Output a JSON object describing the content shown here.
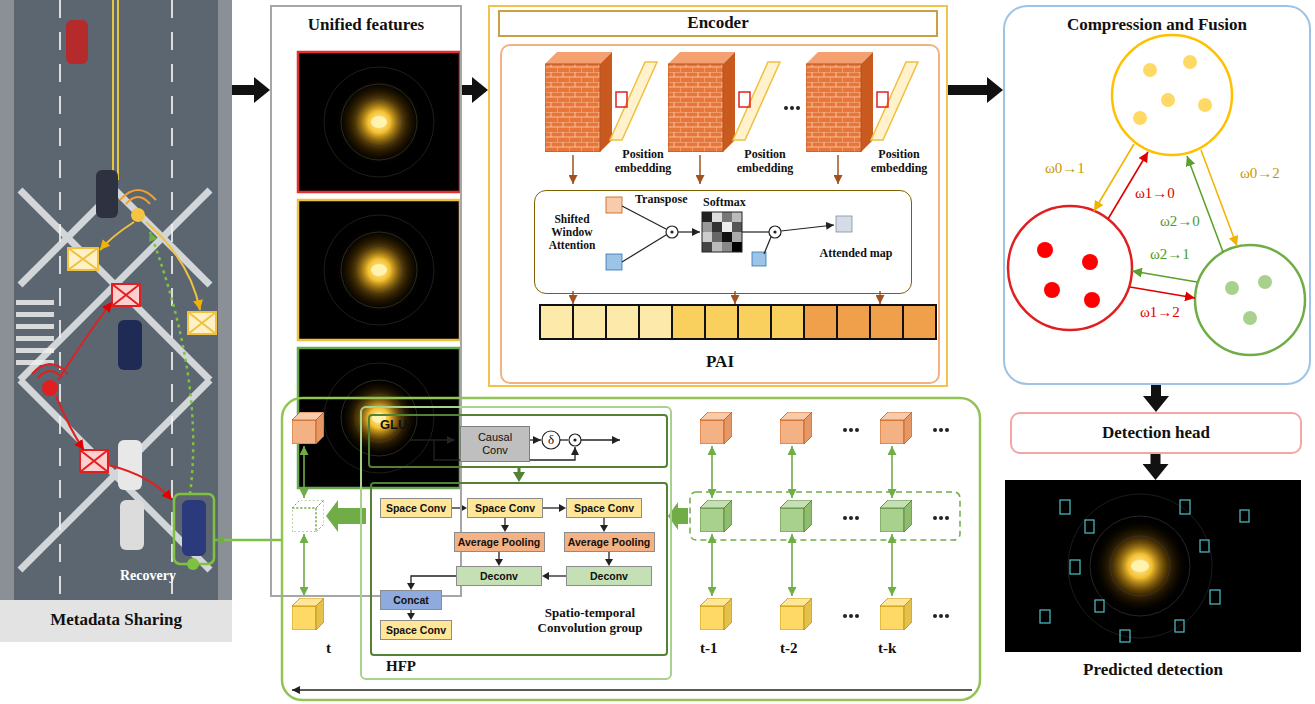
{
  "diagram": {
    "nodes": [
      {
        "text": [
          "Metadata Sharing"
        ]
      },
      {
        "text": [
          "Unified features"
        ]
      },
      {
        "text": [
          "Encoder"
        ]
      },
      {
        "text": [
          "PAI"
        ],
        "in": 2
      },
      {
        "text": [
          "Shifted Window Attention",
          "Transpose",
          "Softmax",
          "Attended map"
        ],
        "in": 3
      },
      {
        "text": [
          "Compression and Fusion"
        ]
      },
      {
        "text": [
          "Detection head"
        ]
      },
      {
        "text": [
          "Predicted detection"
        ]
      },
      {
        "text": [
          "HFP"
        ]
      },
      {
        "text": [
          "GLU"
        ],
        "in": 8
      },
      {
        "text": [
          "Causal Conv"
        ],
        "in": 9
      },
      {
        "text": [
          "Spatio-temporal Convolution group"
        ],
        "in": 8
      },
      {
        "text": [
          "Space Conv"
        ],
        "in": 11
      },
      {
        "text": [
          "Space Conv"
        ],
        "in": 11
      },
      {
        "text": [
          "Space Conv"
        ],
        "in": 11
      },
      {
        "text": [
          "Average Pooling"
        ],
        "in": 11
      },
      {
        "text": [
          "Average Pooling"
        ],
        "in": 11
      },
      {
        "text": [
          "Deconv"
        ],
        "in": 11
      },
      {
        "text": [
          "Deconv"
        ],
        "in": 11
      },
      {
        "text": [
          "Concat"
        ],
        "in": 11
      },
      {
        "text": [
          "Space Conv"
        ],
        "in": 11
      }
    ],
    "edges": [
      {
        "from": 0,
        "to": 1,
        "arrow": "to"
      },
      {
        "from": 1,
        "to": 2,
        "arrow": "to"
      },
      {
        "from": 2,
        "to": 5,
        "arrow": "to"
      },
      {
        "from": 5,
        "to": 6,
        "arrow": "to"
      },
      {
        "from": 6,
        "to": 7,
        "arrow": "to"
      },
      {
        "from": 9,
        "to": 11,
        "arrow": "to"
      },
      {
        "from": 12,
        "to": 13,
        "arrow": "to"
      },
      {
        "from": 13,
        "to": 14,
        "arrow": "to"
      },
      {
        "from": 13,
        "to": 15,
        "arrow": "to"
      },
      {
        "from": 14,
        "to": 16,
        "arrow": "to"
      },
      {
        "from": 15,
        "to": 17,
        "arrow": "to"
      },
      {
        "from": 16,
        "to": 18,
        "arrow": "to"
      },
      {
        "from": 18,
        "to": 17,
        "arrow": "to"
      },
      {
        "from": 17,
        "to": 19,
        "arrow": "to"
      },
      {
        "from": 19,
        "to": 20,
        "arrow": "to"
      }
    ],
    "labels": [
      "Recovery",
      "Position embedding",
      "Position embedding",
      "Position embedding",
      "ω0→1",
      "ω1→0",
      "ω0→2",
      "ω2→0",
      "ω2→1",
      "ω1→2",
      "δ",
      "t",
      "t-1",
      "t-2",
      "t-k"
    ]
  }
}
